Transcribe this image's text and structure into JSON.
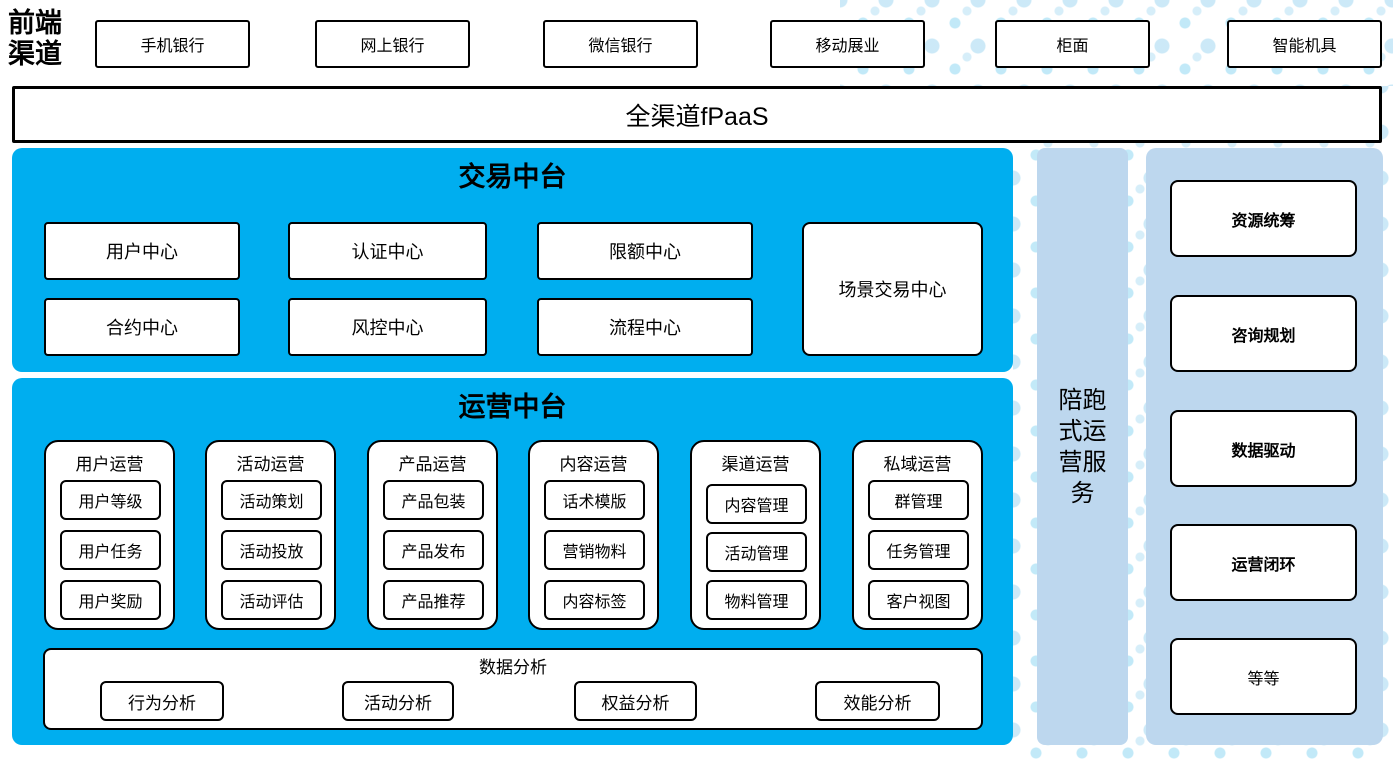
{
  "front_channel": {
    "label": "前端渠道",
    "items": [
      "手机银行",
      "网上银行",
      "微信银行",
      "移动展业",
      "柜面",
      "智能机具"
    ]
  },
  "fpaas_bar": {
    "label": "全渠道fPaaS"
  },
  "trade_platform": {
    "title": "交易中台",
    "cells": [
      "用户中心",
      "认证中心",
      "限额中心",
      "合约中心",
      "风控中心",
      "流程中心"
    ],
    "scene_cell": "场景交易中心"
  },
  "ops_platform": {
    "title": "运营中台",
    "columns": [
      {
        "header": "用户运营",
        "items": [
          "用户等级",
          "用户任务",
          "用户奖励"
        ]
      },
      {
        "header": "活动运营",
        "items": [
          "活动策划",
          "活动投放",
          "活动评估"
        ]
      },
      {
        "header": "产品运营",
        "items": [
          "产品包装",
          "产品发布",
          "产品推荐"
        ]
      },
      {
        "header": "内容运营",
        "items": [
          "话术模版",
          "营销物料",
          "内容标签"
        ]
      },
      {
        "header": "渠道运营",
        "items": [
          "内容管理",
          "活动管理",
          "物料管理"
        ]
      },
      {
        "header": "私域运营",
        "items": [
          "群管理",
          "任务管理",
          "客户视图"
        ]
      }
    ],
    "analysis": {
      "title": "数据分析",
      "items": [
        "行为分析",
        "活动分析",
        "权益分析",
        "效能分析"
      ]
    }
  },
  "companion_service": {
    "label": "陪跑式运营服务"
  },
  "right_panel": {
    "items": [
      {
        "label": "资源统筹",
        "bold": true
      },
      {
        "label": "咨询规划",
        "bold": true
      },
      {
        "label": "数据驱动",
        "bold": true
      },
      {
        "label": "运营闭环",
        "bold": true
      },
      {
        "label": "等等",
        "bold": false
      }
    ]
  },
  "colors": {
    "platform_blue": "#00AEEF",
    "panel_light_blue": "#BDD7EE",
    "dot_blue_light": "#C9E8F7",
    "dot_blue_dark": "#8FD7F2",
    "box_border": "#000000",
    "background": "#FFFFFF"
  }
}
